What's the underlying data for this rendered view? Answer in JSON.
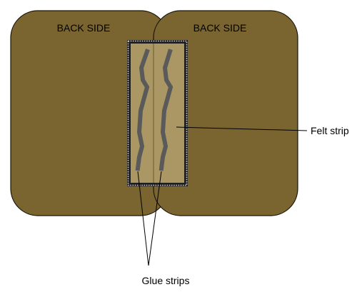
{
  "panels": {
    "left_label": "BACK SIDE",
    "right_label": "BACK SIDE"
  },
  "labels": {
    "felt_strip": "Felt strip",
    "glue_strips": "Glue strips"
  },
  "colors": {
    "panel_fill": "#7a6530",
    "panel_stroke": "#1a1408",
    "felt_fill": "#aa9763",
    "felt_border": "#1f1f1f",
    "glue_stroke": "#5a5a5a",
    "line": "#000000"
  }
}
